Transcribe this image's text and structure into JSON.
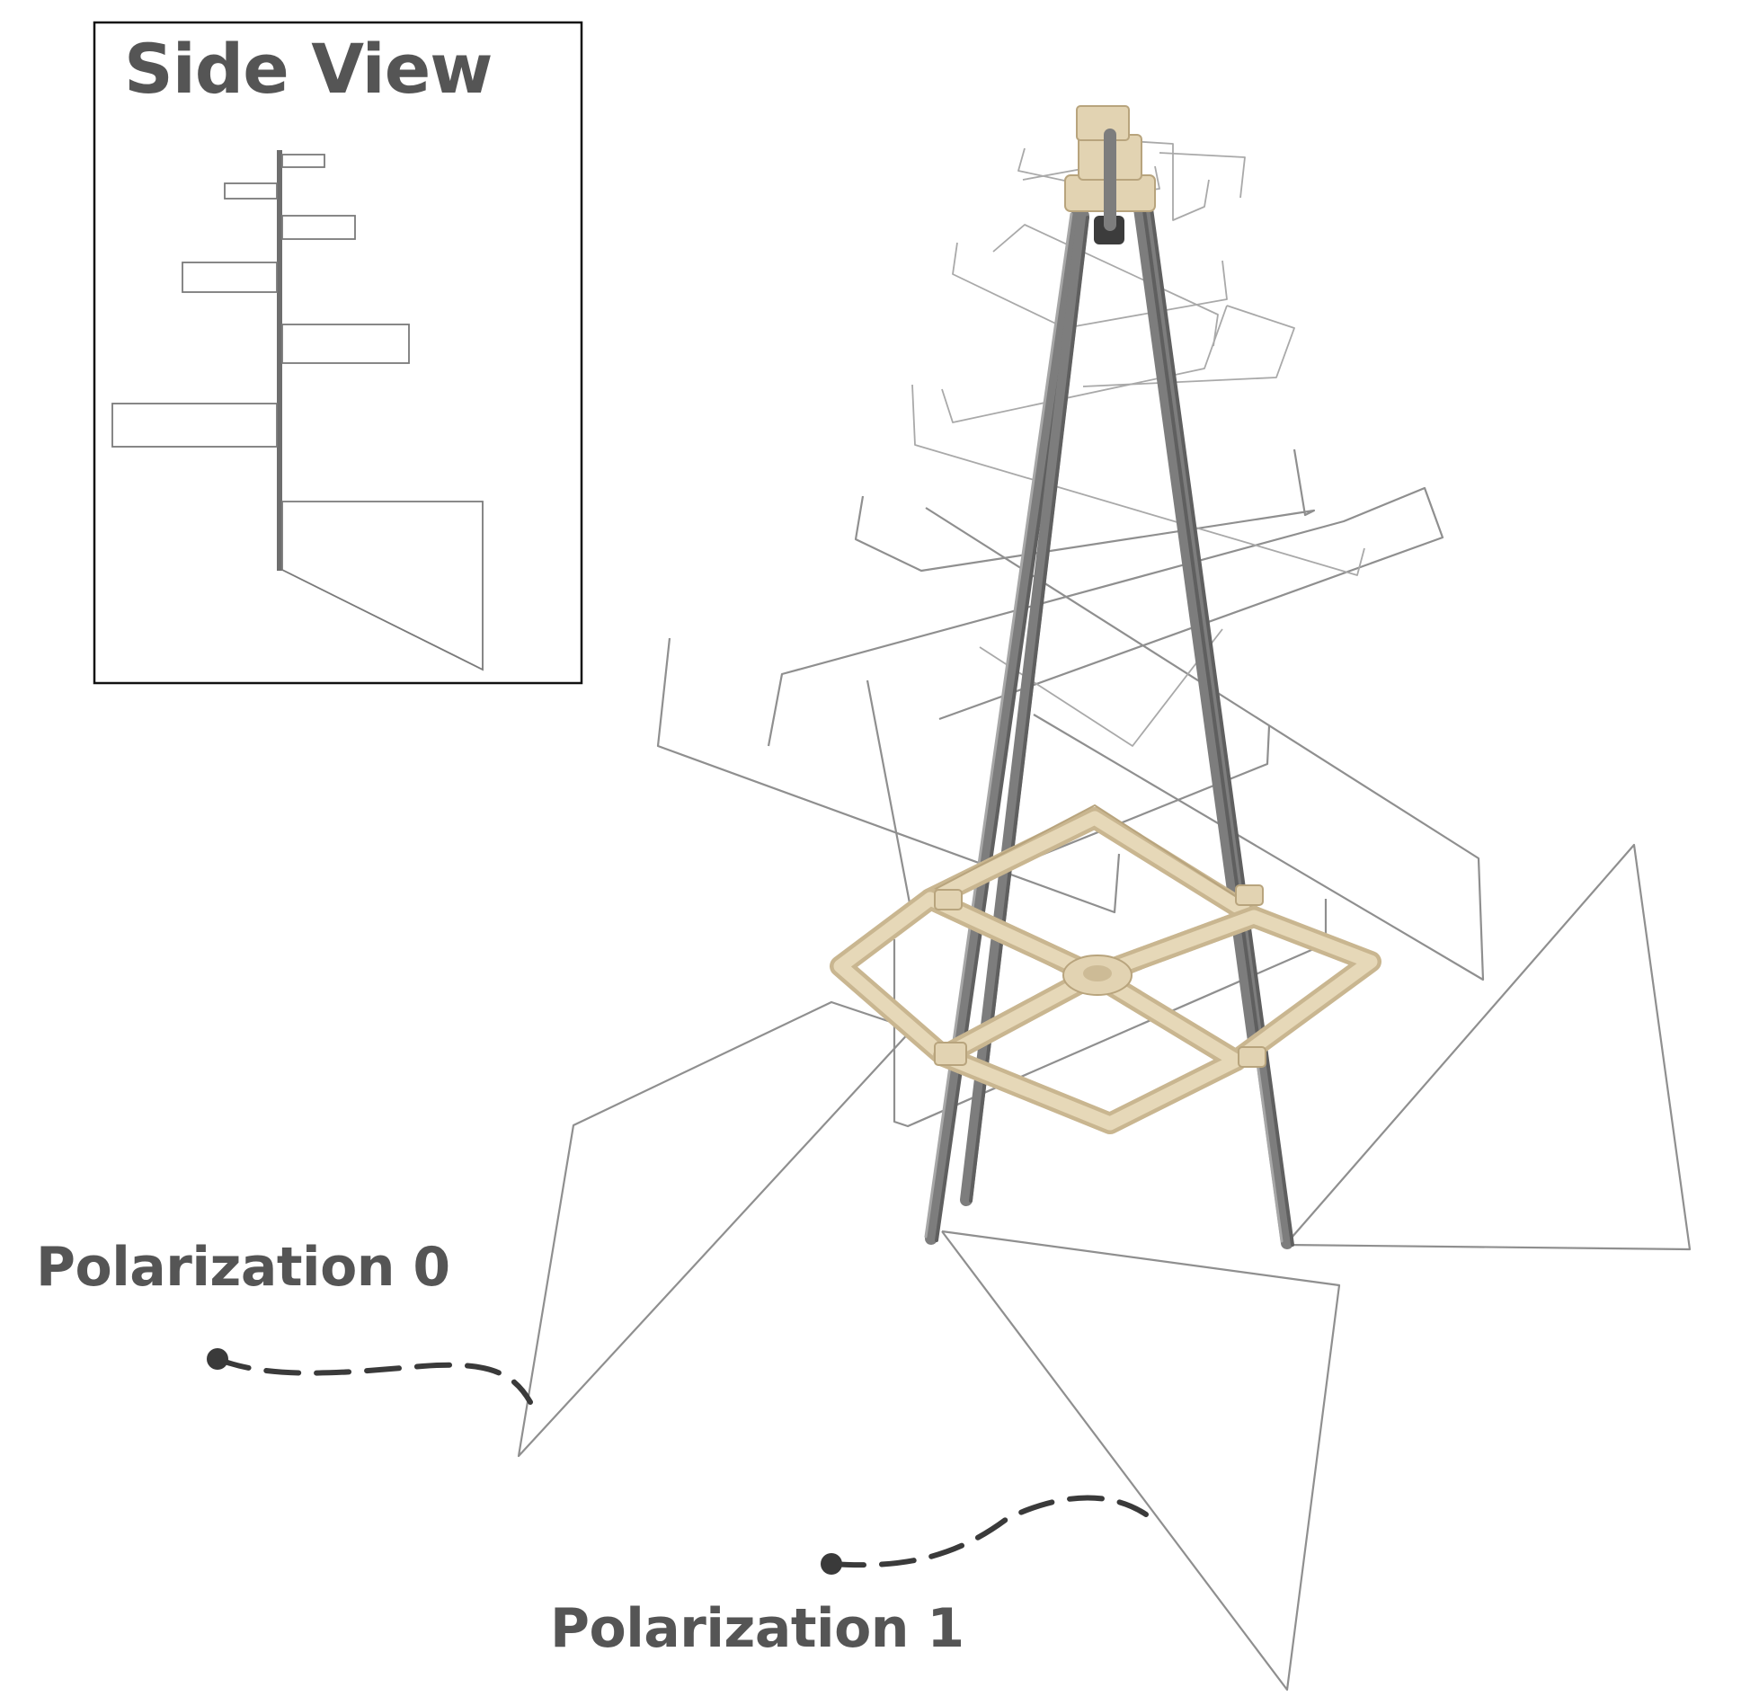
{
  "side_view": {
    "title": "Side View"
  },
  "labels": {
    "polarization_0": "Polarization 0",
    "polarization_1": "Polarization 1"
  },
  "colors": {
    "frame": "#e2d3b2",
    "legs": "#7d7d7d",
    "wire": "#8f8f8f",
    "label": "#555555",
    "callout": "#3a3a3a"
  }
}
